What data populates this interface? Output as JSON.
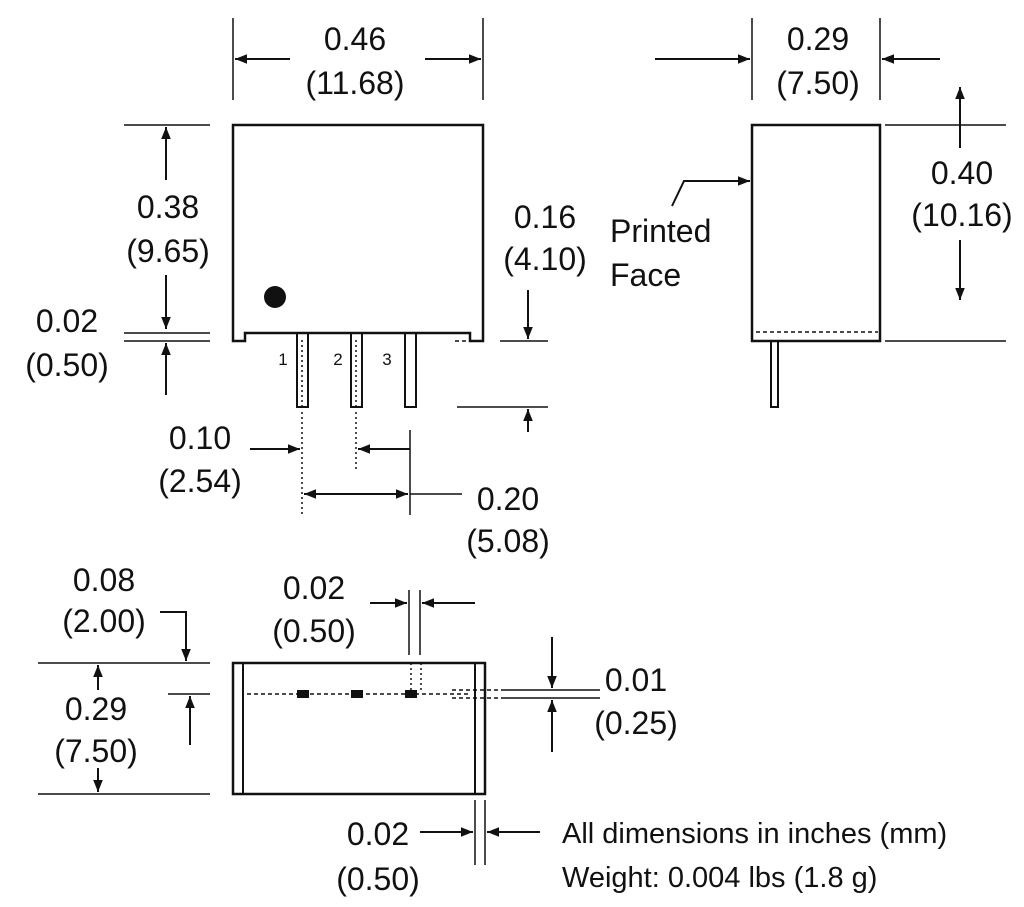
{
  "dimensions": {
    "top_width": {
      "in": "0.46",
      "mm": "(11.68)"
    },
    "side_width": {
      "in": "0.29",
      "mm": "(7.50)"
    },
    "front_height": {
      "in": "0.38",
      "mm": "(9.65)"
    },
    "standoff": {
      "in": "0.02",
      "mm": "(0.50)"
    },
    "pin_length": {
      "in": "0.16",
      "mm": "(4.10)"
    },
    "side_height": {
      "in": "0.40",
      "mm": "(10.16)"
    },
    "pin_pitch": {
      "in": "0.10",
      "mm": "(2.54)"
    },
    "pin_span": {
      "in": "0.20",
      "mm": "(5.08)"
    },
    "pin_row_offset": {
      "in": "0.08",
      "mm": "(2.00)"
    },
    "pin_width": {
      "in": "0.02",
      "mm": "(0.50)"
    },
    "bottom_depth": {
      "in": "0.29",
      "mm": "(7.50)"
    },
    "pin_thickness": {
      "in": "0.01",
      "mm": "(0.25)"
    },
    "wall_thickness": {
      "in": "0.02",
      "mm": "(0.50)"
    }
  },
  "labels": {
    "printed_face_line1": "Printed",
    "printed_face_line2": "Face",
    "pins": [
      "1",
      "2",
      "3"
    ]
  },
  "notes": {
    "units": "All dimensions in inches (mm)",
    "weight": "Weight: 0.004 lbs (1.8 g)"
  }
}
